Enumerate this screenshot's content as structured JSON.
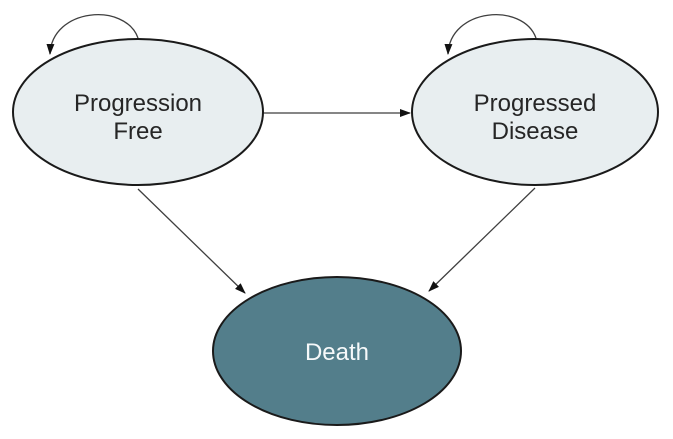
{
  "diagram": {
    "type": "state-transition-diagram",
    "background": "#ffffff",
    "nodes": [
      {
        "id": "progression-free",
        "line1": "Progression",
        "line2": "Free",
        "fill": "#e8eef0",
        "stroke": "#1a1a1a",
        "text_color": "#262626"
      },
      {
        "id": "progressed-disease",
        "line1": "Progressed",
        "line2": "Disease",
        "fill": "#e8eef0",
        "stroke": "#1a1a1a",
        "text_color": "#262626"
      },
      {
        "id": "death",
        "line1": "Death",
        "fill": "#537e8b",
        "stroke": "#1a1a1a",
        "text_color": "#f6f9fa"
      }
    ],
    "edges": [
      {
        "from": "Progression Free",
        "to": "Progression Free",
        "kind": "self-loop"
      },
      {
        "from": "Progressed Disease",
        "to": "Progressed Disease",
        "kind": "self-loop"
      },
      {
        "from": "Progression Free",
        "to": "Progressed Disease",
        "kind": "transition"
      },
      {
        "from": "Progression Free",
        "to": "Death",
        "kind": "transition"
      },
      {
        "from": "Progressed Disease",
        "to": "Death",
        "kind": "transition"
      }
    ],
    "colors": {
      "edge_line": "#3f3f3f",
      "arrowhead": "#111111",
      "state_fill_light": "#e8eef0",
      "state_fill_dark": "#537e8b"
    }
  }
}
